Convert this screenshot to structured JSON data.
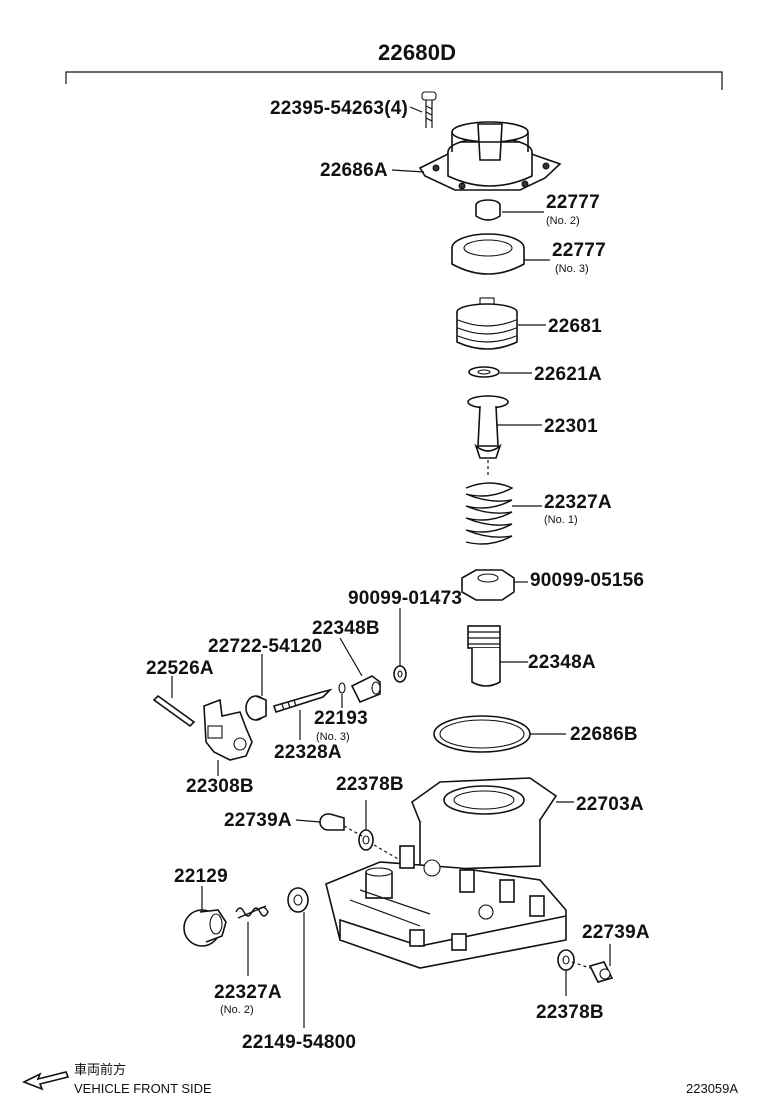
{
  "assembly": {
    "number": "22680D"
  },
  "labels": [
    {
      "id": "bolt",
      "text": "22395-54263(4)"
    },
    {
      "id": "cover",
      "text": "22686A"
    },
    {
      "id": "spacer-no2",
      "text": "22777",
      "sub": "(No. 2)"
    },
    {
      "id": "spacer-no3",
      "text": "22777",
      "sub": "(No. 3)"
    },
    {
      "id": "piston",
      "text": "22681"
    },
    {
      "id": "washer",
      "text": "22621A"
    },
    {
      "id": "valve",
      "text": "22301"
    },
    {
      "id": "spring-no1",
      "text": "22327A",
      "sub": "(No. 1)"
    },
    {
      "id": "nut",
      "text": "90099-05156"
    },
    {
      "id": "ring-small",
      "text": "90099-01473"
    },
    {
      "id": "plug-b",
      "text": "22348B"
    },
    {
      "id": "screw",
      "text": "22722-54120"
    },
    {
      "id": "pin",
      "text": "22526A"
    },
    {
      "id": "ring-no3",
      "text": "22193",
      "sub": "(No. 3)"
    },
    {
      "id": "needle",
      "text": "22328A"
    },
    {
      "id": "lever",
      "text": "22308B"
    },
    {
      "id": "plug-a",
      "text": "22348A"
    },
    {
      "id": "gasket",
      "text": "22686B"
    },
    {
      "id": "housing",
      "text": "22703A"
    },
    {
      "id": "gasket-b-upper",
      "text": "22378B"
    },
    {
      "id": "bolt-a-upper",
      "text": "22739A"
    },
    {
      "id": "plug-cap",
      "text": "22129"
    },
    {
      "id": "spring-no2",
      "text": "22327A",
      "sub": "(No. 2)"
    },
    {
      "id": "gasket-round",
      "text": "22149-54800"
    },
    {
      "id": "bolt-a-lower",
      "text": "22739A"
    },
    {
      "id": "gasket-b-lower",
      "text": "22378B"
    }
  ],
  "footer": {
    "jp_text": "車両前方",
    "en_text": "VEHICLE FRONT SIDE",
    "figure_code": "223059A",
    "arrow_icon": "arrow-left-icon"
  },
  "colors": {
    "ink": "#111111",
    "paper": "#ffffff"
  }
}
